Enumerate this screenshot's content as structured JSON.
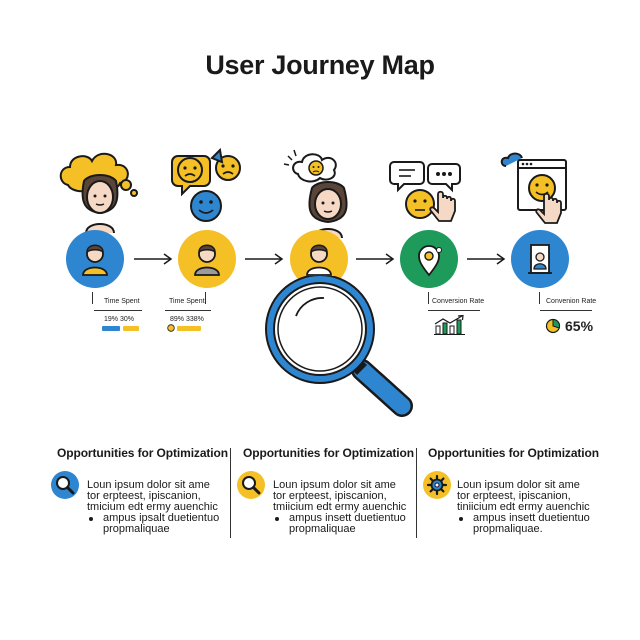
{
  "title": "User Journey Map",
  "colors": {
    "blue": "#2e86d1",
    "yellow": "#f5c026",
    "green": "#1e9a5b",
    "outline": "#1a1a1a"
  },
  "stages": [
    {
      "node_color": "#2e86d1",
      "node_icon": "person-icon",
      "illustration": "thinking-person-icon",
      "metric_label": "Time Spent",
      "metric_value": "19% 30%"
    },
    {
      "node_color": "#f5c026",
      "node_icon": "person-icon",
      "illustration": "emoji-faces-icon",
      "metric_label": "Time Spent",
      "metric_value": "89% 338%"
    },
    {
      "node_color": "#f5c026",
      "node_icon": "person-icon",
      "illustration": "worried-person-icon"
    },
    {
      "node_color": "#1e9a5b",
      "node_icon": "map-pin-icon",
      "illustration": "chat-bubbles-icon",
      "metric_label": "Conversion Rate"
    },
    {
      "node_color": "#2e86d1",
      "node_icon": "door-icon",
      "illustration": "browser-click-icon",
      "metric_label": "Convenion Rate",
      "metric_value": "65%"
    }
  ],
  "columns": [
    {
      "title": "Opportunities for Optimization",
      "icon": "search-icon",
      "lines": [
        "Loun ipsum dolor sit ame",
        "tor erpteest, ipiscanion,",
        "tmicium edt ermy auenchic"
      ],
      "bullet": [
        "ampus ipsalt duetientuo",
        "propmaliquae"
      ]
    },
    {
      "title": "Opportunities for Optimization",
      "icon": "search-icon",
      "lines": [
        "Loun ipsum dolor sit ame",
        "tor erpteest, ipiscanion,",
        "tmiicium edt ermy auenchic"
      ],
      "bullet": [
        "ampus insett duetientuo",
        "propmaliquae"
      ]
    },
    {
      "title": "Opportunities for Optimization",
      "icon": "gear-icon",
      "lines": [
        "Loun ipsum dolor sit ame",
        "tor erpteest, ipiscanion,",
        "tiniicium edt ermy auenchic"
      ],
      "bullet": [
        "ampus insett duetientuo",
        "propmaliquae."
      ]
    }
  ]
}
